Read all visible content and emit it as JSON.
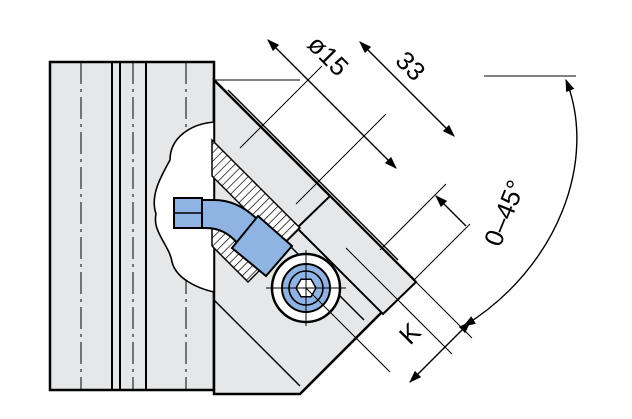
{
  "dimensions": {
    "diameter": "ø15",
    "length": "33",
    "angle": "0–45°",
    "offset": "K"
  },
  "colors": {
    "part_fill": "#e6e7e8",
    "fitting_fill": "#8fb4e3",
    "line": "#000000",
    "background": "#ffffff"
  }
}
